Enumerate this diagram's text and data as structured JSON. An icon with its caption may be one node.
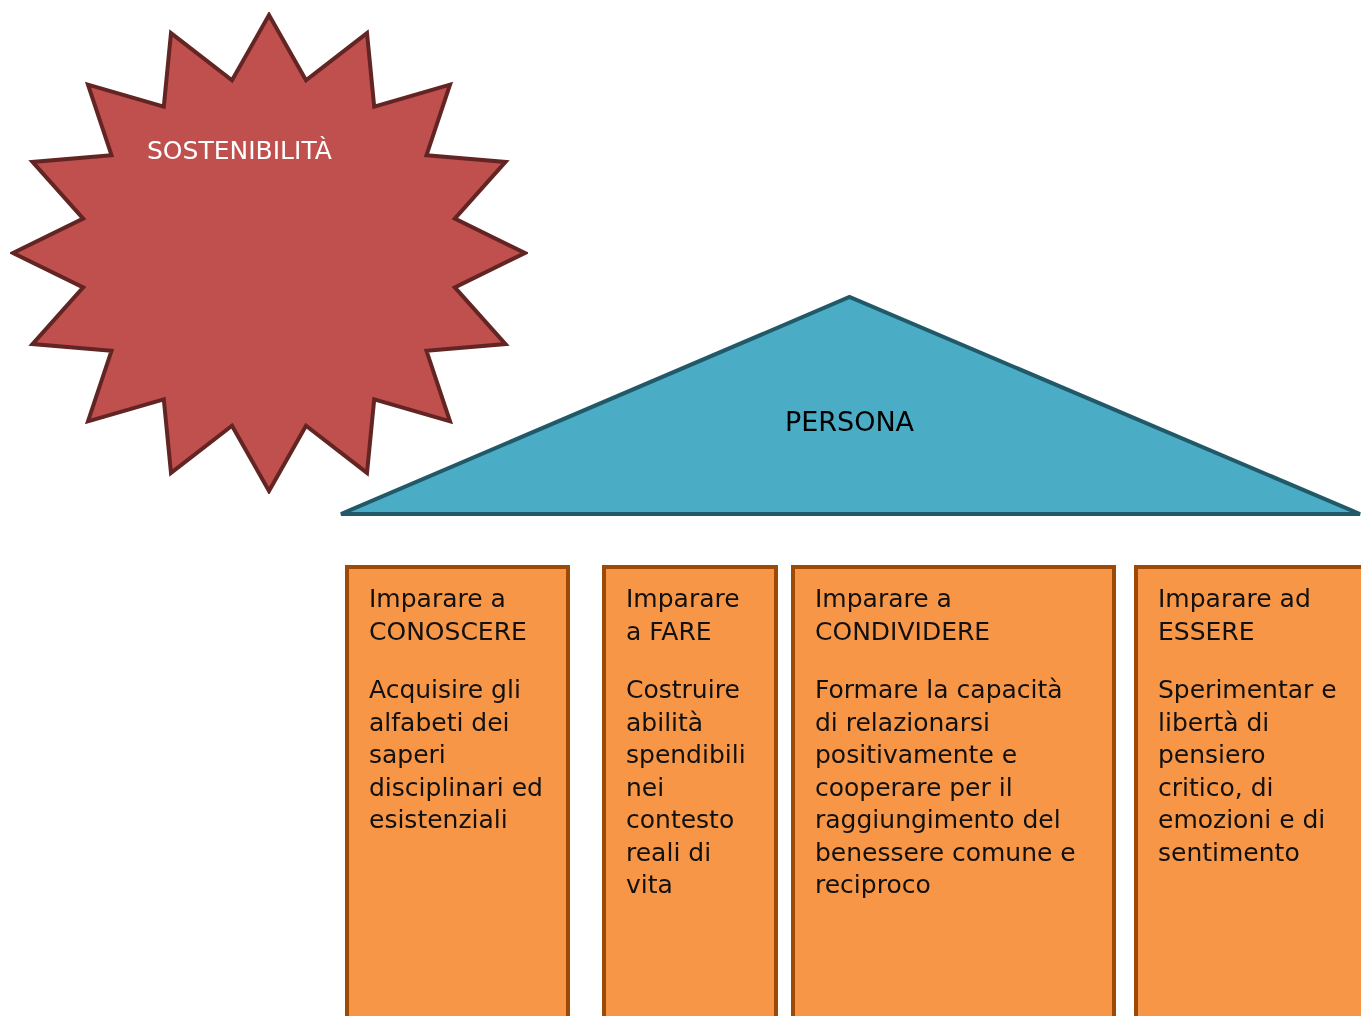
{
  "diagram": {
    "nodes": [
      {
        "text": [
          "SOSTENIBILITÀ"
        ]
      },
      {
        "text": [
          "PERSONA"
        ]
      },
      {
        "text": [
          "Imparare a CONOSCERE",
          "Acquisire gli alfabeti dei saperi disciplinari ed esistenziali"
        ]
      },
      {
        "text": [
          "Imparare a FARE",
          "Costruire abilità spendibili nei contesto reali di vita"
        ]
      },
      {
        "text": [
          "Imparare a CONDIVIDERE",
          "Formare la capacità di relazionarsi positivamente e cooperare per il raggiungimento del benessere comune e reciproco"
        ]
      },
      {
        "text": [
          "Imparare ad ESSERE",
          "Sperimentar e libertà di pensiero critico, di emozioni e di sentimento"
        ]
      }
    ]
  }
}
